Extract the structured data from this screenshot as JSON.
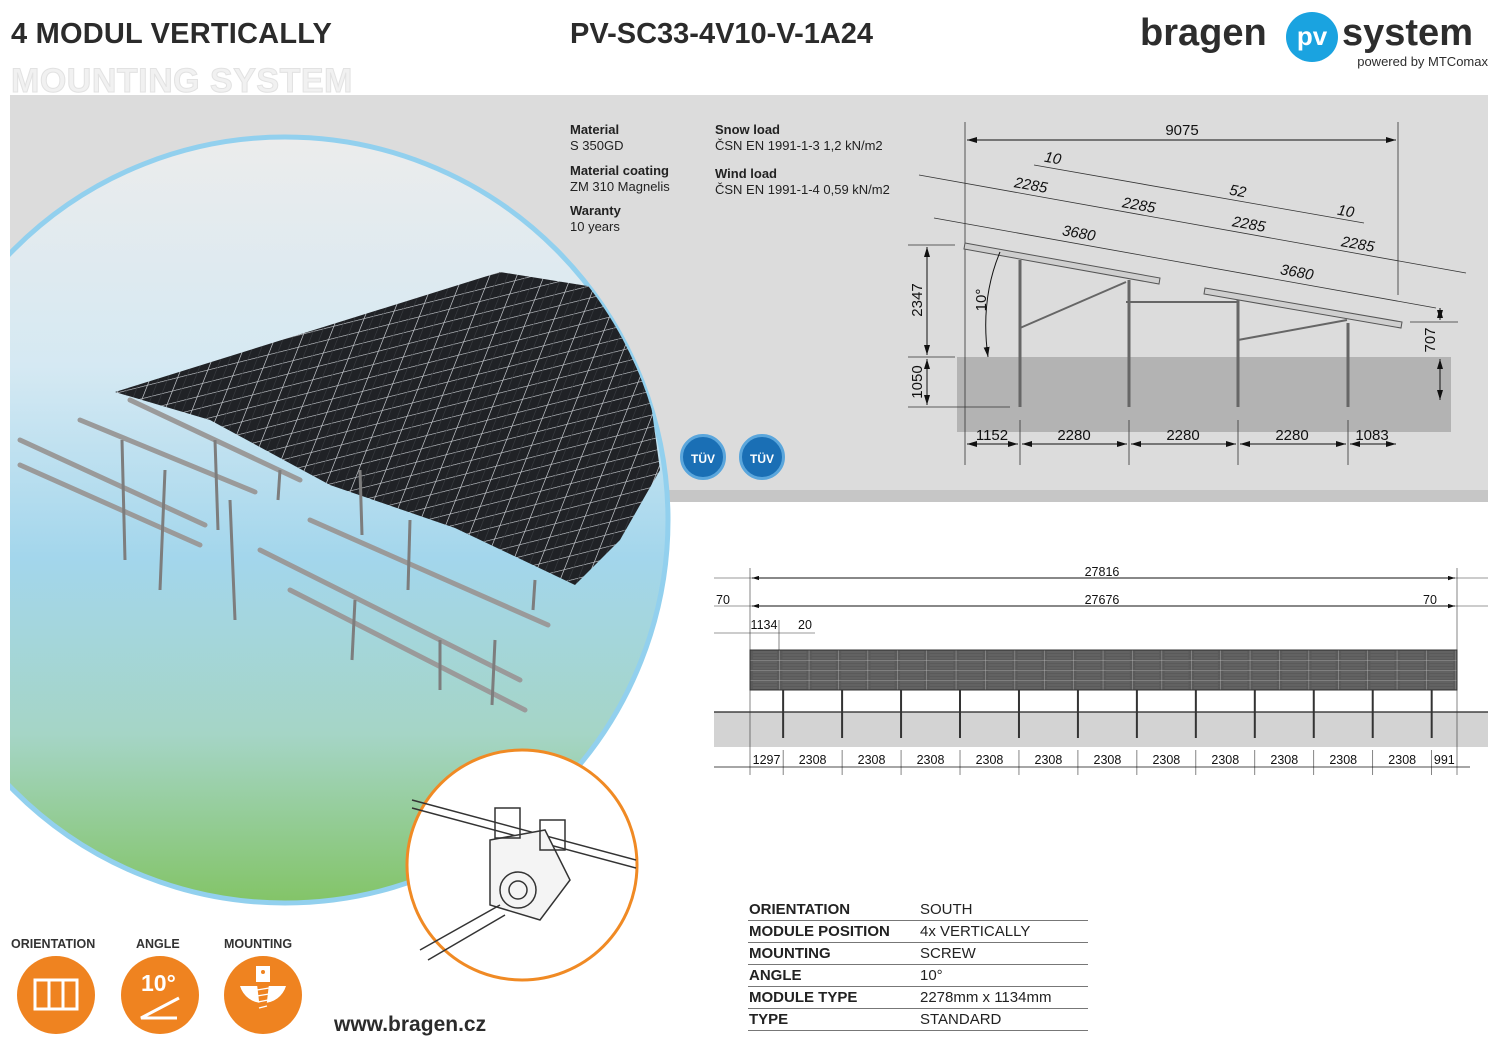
{
  "header": {
    "title": "4 MODUL VERTICALLY",
    "subtitle": "MOUNTING SYSTEM",
    "product_code": "PV-SC33-4V10-V-1A24"
  },
  "logo": {
    "left": "bragen",
    "badge": "pv",
    "right": "system",
    "tagline": "powered by MTComax"
  },
  "specs": {
    "material_label": "Material",
    "material_value": "S 350GD",
    "coating_label": "Material coating",
    "coating_value": "ZM 310 Magnelis",
    "warranty_label": "Waranty",
    "warranty_value": "10 years",
    "snow_label": "Snow load",
    "snow_value": "ČSN EN 1991-1-3  1,2 kN/m2",
    "wind_label": "Wind load",
    "wind_value": "ČSN EN 1991-1-4  0,59 kN/m2"
  },
  "certifications": [
    "TÜV",
    "TÜV"
  ],
  "side_view": {
    "total_width": "9075",
    "panel_dims": [
      "2285",
      "2285",
      "2285",
      "2285"
    ],
    "gap_dims": [
      "10",
      "52",
      "10"
    ],
    "rail_dims": [
      "3680",
      "3680"
    ],
    "height": "2347",
    "depth": "1050",
    "front_height": "707",
    "angle": "10°",
    "post_spacing": [
      "1152",
      "2280",
      "2280",
      "2280",
      "1083"
    ]
  },
  "front_view": {
    "total_length": "27816",
    "module_length": "27676",
    "overhang_left": "70",
    "overhang_right": "70",
    "module_width": "1134",
    "module_gap": "20",
    "pile_spacing": [
      "1297",
      "2308",
      "2308",
      "2308",
      "2308",
      "2308",
      "2308",
      "2308",
      "2308",
      "2308",
      "2308",
      "2308",
      "991"
    ]
  },
  "icons": {
    "orientation_label": "ORIENTATION",
    "angle_label": "ANGLE",
    "angle_value": "10°",
    "mounting_label": "MOUNTING"
  },
  "website": "www.bragen.cz",
  "info_table": [
    {
      "key": "ORIENTATION",
      "value": "SOUTH"
    },
    {
      "key": "MODULE POSITION",
      "value": "4x VERTICALLY"
    },
    {
      "key": "MOUNTING",
      "value": "SCREW"
    },
    {
      "key": "ANGLE",
      "value": "10°"
    },
    {
      "key": "MODULE TYPE",
      "value": "2278mm x 1134mm"
    },
    {
      "key": "TYPE",
      "value": "STANDARD"
    }
  ],
  "colors": {
    "accent_orange": "#ef8320",
    "brand_blue": "#1aa3e0",
    "band_gray": "#dcdcdc"
  }
}
